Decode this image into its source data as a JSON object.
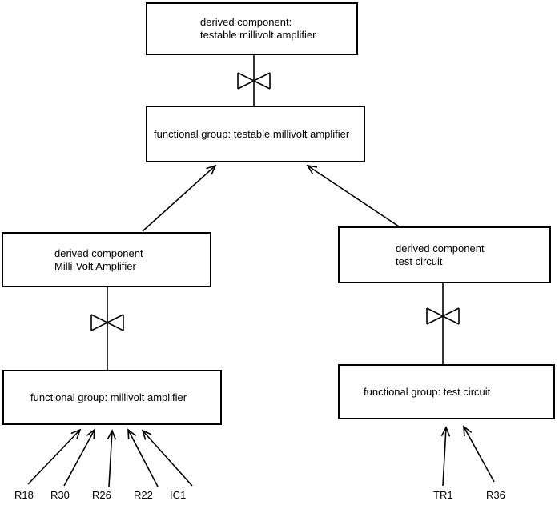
{
  "nodes": {
    "top_derived": {
      "line1": "derived component:",
      "line2": "testable millivolt amplifier"
    },
    "top_functional": {
      "label": "functional group: testable millivolt amplifier"
    },
    "left_derived": {
      "line1": "derived component",
      "line2": "Milli-Volt Amplifier"
    },
    "right_derived": {
      "line1": "derived component",
      "line2": "test circuit"
    },
    "left_functional": {
      "label": "functional group: millivolt amplifier"
    },
    "right_functional": {
      "label": "functional group: test circuit"
    }
  },
  "leaves": {
    "left": [
      "R18",
      "R30",
      "R26",
      "R22",
      "IC1"
    ],
    "right": [
      "TR1",
      "R36"
    ]
  },
  "icons": {
    "bowtie": "bowtie-composition-symbol",
    "arrowhead": "open-arrowhead"
  },
  "colors": {
    "line": "#000000",
    "text": "#000000",
    "background": "#ffffff"
  }
}
